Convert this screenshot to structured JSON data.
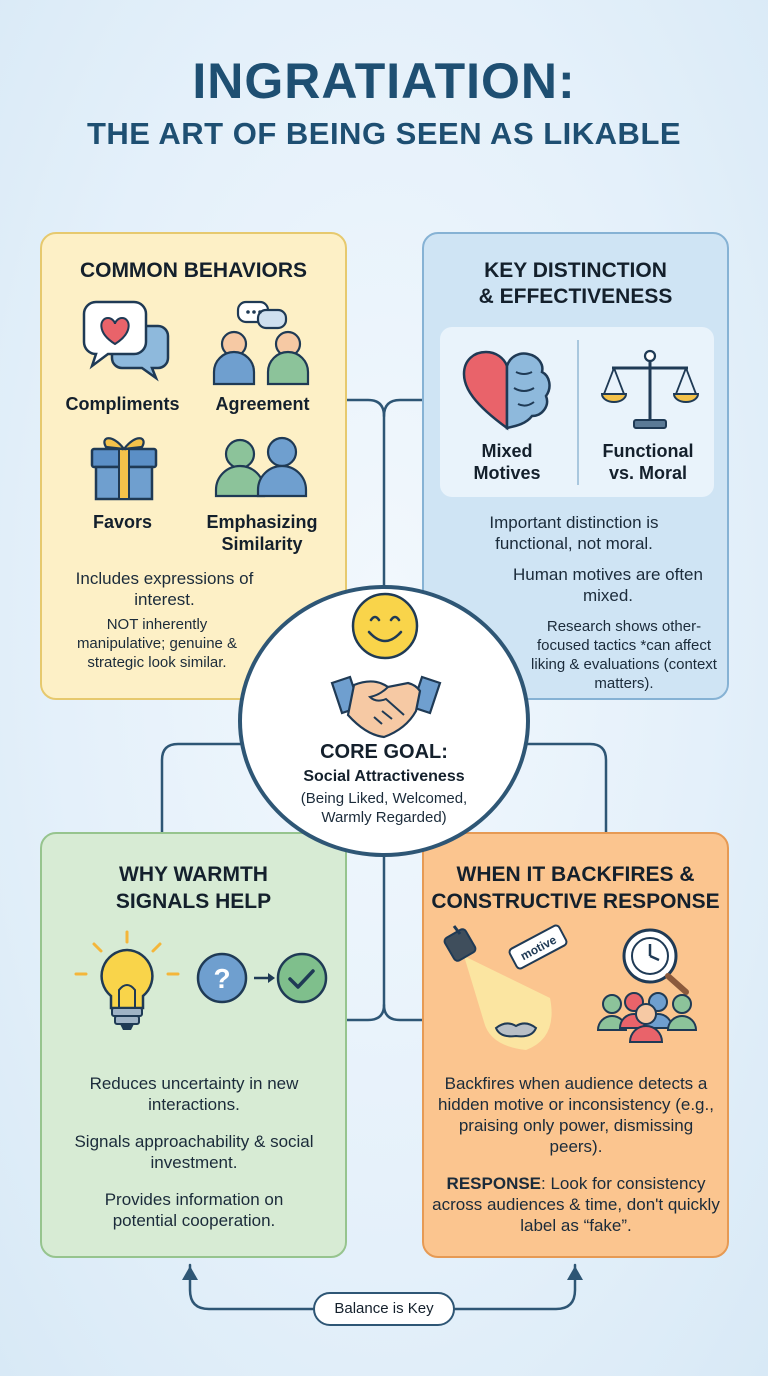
{
  "title": {
    "line1": "INGRATIATION:",
    "line2": "THE ART OF BEING SEEN AS LIKABLE"
  },
  "behaviors": {
    "heading": "COMMON BEHAVIORS",
    "items": [
      "Compliments",
      "Agreement",
      "Favors",
      "Emphasizing Similarity"
    ],
    "note1": "Includes expressions of interest.",
    "note2": "NOT inherently manipulative; genuine & strategic look similar."
  },
  "distinction": {
    "heading_line1": "KEY DISTINCTION",
    "heading_line2": "& EFFECTIVENESS",
    "left_label_line1": "Mixed",
    "left_label_line2": "Motives",
    "right_label_line1": "Functional",
    "right_label_line2": "vs. Moral",
    "note1": "Important distinction is functional, not moral.",
    "note2": "Human motives are often mixed.",
    "note3": "Research shows other-focused tactics *can affect liking & evaluations (context matters)."
  },
  "core": {
    "heading": "CORE GOAL:",
    "subheading": "Social Attractiveness",
    "detail": "(Being Liked, Welcomed, Warmly Regarded)"
  },
  "warmth": {
    "heading_line1": "WHY WARMTH",
    "heading_line2": "SIGNALS HELP",
    "note1": "Reduces uncertainty in new interactions.",
    "note2": "Signals approachability & social investment.",
    "note3": "Provides information on potential cooperation."
  },
  "backfire": {
    "heading_line1": "WHEN IT BACKFIRES &",
    "heading_line2": "CONSTRUCTIVE RESPONSE",
    "tag_text": "motive",
    "note1": "Backfires when audience detects a hidden motive or inconsistency (e.g., praising only power, dismissing peers).",
    "response_label": "RESPONSE",
    "response_text": ": Look for consistency across audiences & time, don't quickly label as “fake”."
  },
  "footer": {
    "balance": "Balance is Key"
  },
  "colors": {
    "title": "#1e4f72",
    "yellow_panel": "#fdf0c6",
    "blue_panel": "#cfe4f4",
    "green_panel": "#d7ebd4",
    "orange_panel": "#fbc58f",
    "connector": "#2e5675"
  },
  "icons": [
    "heart-speech-bubble-icon",
    "people-chat-icon",
    "gift-icon",
    "two-people-icon",
    "heart-brain-icon",
    "scales-icon",
    "smiley-face-icon",
    "handshake-icon",
    "lightbulb-icon",
    "question-to-check-icon",
    "spotlight-mask-icon",
    "magnifier-clock-group-icon"
  ]
}
